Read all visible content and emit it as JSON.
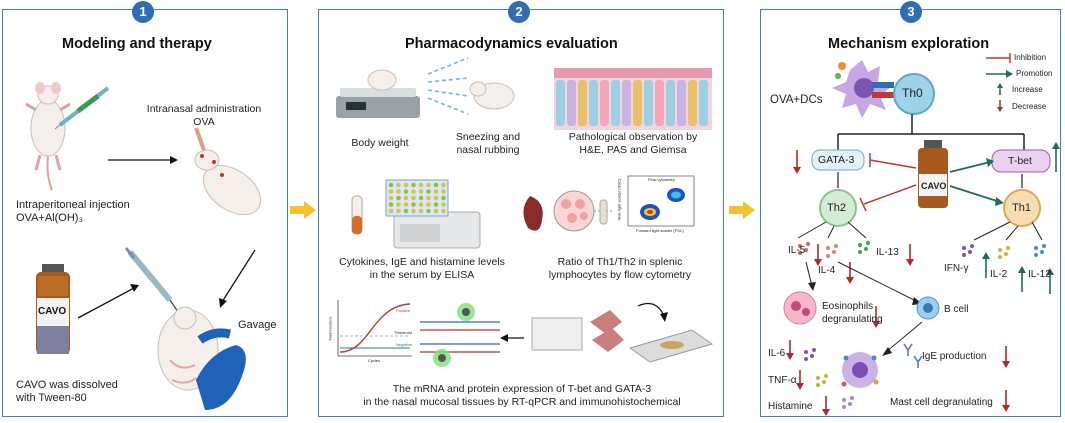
{
  "panels": [
    {
      "number": "1",
      "title": "Modeling and therapy"
    },
    {
      "number": "2",
      "title": "Pharmacodynamics evaluation"
    },
    {
      "number": "3",
      "title": "Mechanism exploration"
    }
  ],
  "p1": {
    "intranasal": "Intranasal administration",
    "ova": "OVA",
    "ip_line1": "Intraperitoneal injection",
    "ip_line2": "OVA+Al(OH)₃",
    "cavo_label": "CAVO",
    "dissolved_line1": "CAVO was dissolved",
    "dissolved_line2": "with Tween-80",
    "gavage": "Gavage"
  },
  "p2": {
    "body_weight": "Body weight",
    "sneezing_line1": "Sneezing and",
    "sneezing_line2": "nasal rubbing",
    "patho_line1": "Pathological observation by",
    "patho_line2": "H&E, PAS and Giemsa",
    "cytokines_line1": "Cytokines, IgE and histamine levels",
    "cytokines_line2": "in the serum by ELISA",
    "ratio_line1": "Ratio of Th1/Th2 in splenic",
    "ratio_line2": "lymphocytes  by flow cytometry",
    "flow_title": "Flow cytometry",
    "flow_xlabel": "Forward light scatter (FSC)",
    "flow_ylabel": "Side light scatter (SSC)",
    "pcr_xlabel": "Cycles",
    "pcr_ylabel": "Fluorescence",
    "pcr_positive": "Positive",
    "pcr_threshold": "Threshold",
    "pcr_negative": "Negative",
    "mrna_line1": "The mRNA and protein expression of T-bet and GATA-3",
    "mrna_line2": "in the nasal mucosal tissues by RT-qPCR and immunohistochemical"
  },
  "p3": {
    "legend": {
      "inhibition": "Inhibition",
      "promotion": "Promotion",
      "increase": "Increase",
      "decrease": "Decrease"
    },
    "colors": {
      "inhibition": "#c0392b",
      "promotion": "#1f6e52",
      "increase": "#1f6e52",
      "decrease": "#b02a2a"
    },
    "ova_dcs": "OVA+DCs",
    "th0": "Th0",
    "gata3": "GATA-3",
    "tbet": "T-bet",
    "cavo": "CAVO",
    "th2": "Th2",
    "th1": "Th1",
    "il5": "IL-5",
    "il4": "IL-4",
    "il13": "IL-13",
    "ifng": "IFN-γ",
    "il2": "IL-2",
    "il12": "IL-12",
    "eos_line1": "Eosinophils",
    "eos_line2": "degranulating",
    "bcell": "B cell",
    "il6": "IL-6",
    "tnfa": "TNF-α",
    "histamine": "Histamine",
    "ige": "IgE production",
    "mast": "Mast cell degranulating"
  }
}
